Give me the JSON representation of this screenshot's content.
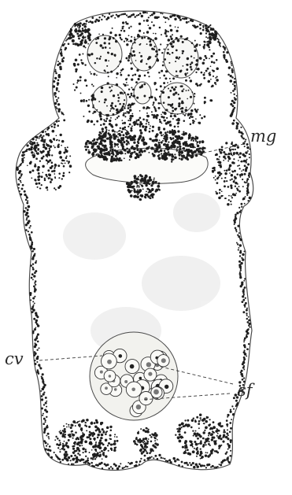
{
  "figure": {
    "labels": {
      "mg": "mg",
      "cv": "cv",
      "sf": "sf"
    },
    "colors": {
      "background": "#ffffff",
      "outline": "#4a4a4a",
      "stipple": "#1e1e1e",
      "cell_fill": "#f7f7f5"
    }
  }
}
